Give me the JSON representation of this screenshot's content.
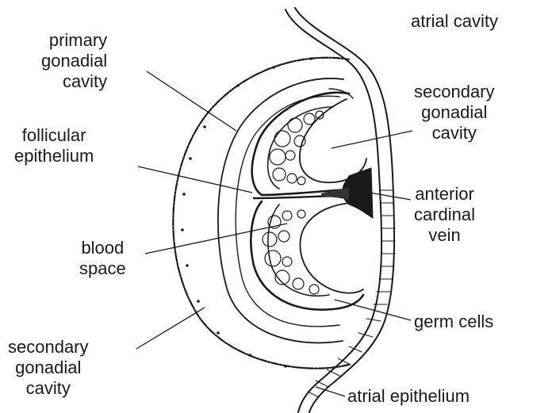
{
  "diagram": {
    "labels": {
      "atrial_cavity": "atrial cavity",
      "primary_gonadial_cavity": [
        "primary",
        "gonadial",
        "cavity"
      ],
      "secondary_gonadial_cavity_right": [
        "secondary",
        "gonadial",
        "cavity"
      ],
      "follicular_epithelium": [
        "follicular",
        "epithelium"
      ],
      "anterior_cardinal_vein": [
        "anterior",
        "cardinal",
        "vein"
      ],
      "blood_space": [
        "blood",
        "space"
      ],
      "germ_cells": "germ cells",
      "secondary_gonadial_cavity_left": [
        "secondary",
        "gonadial",
        "cavity"
      ],
      "atrial_epithelium": "atrial epithelium"
    }
  }
}
